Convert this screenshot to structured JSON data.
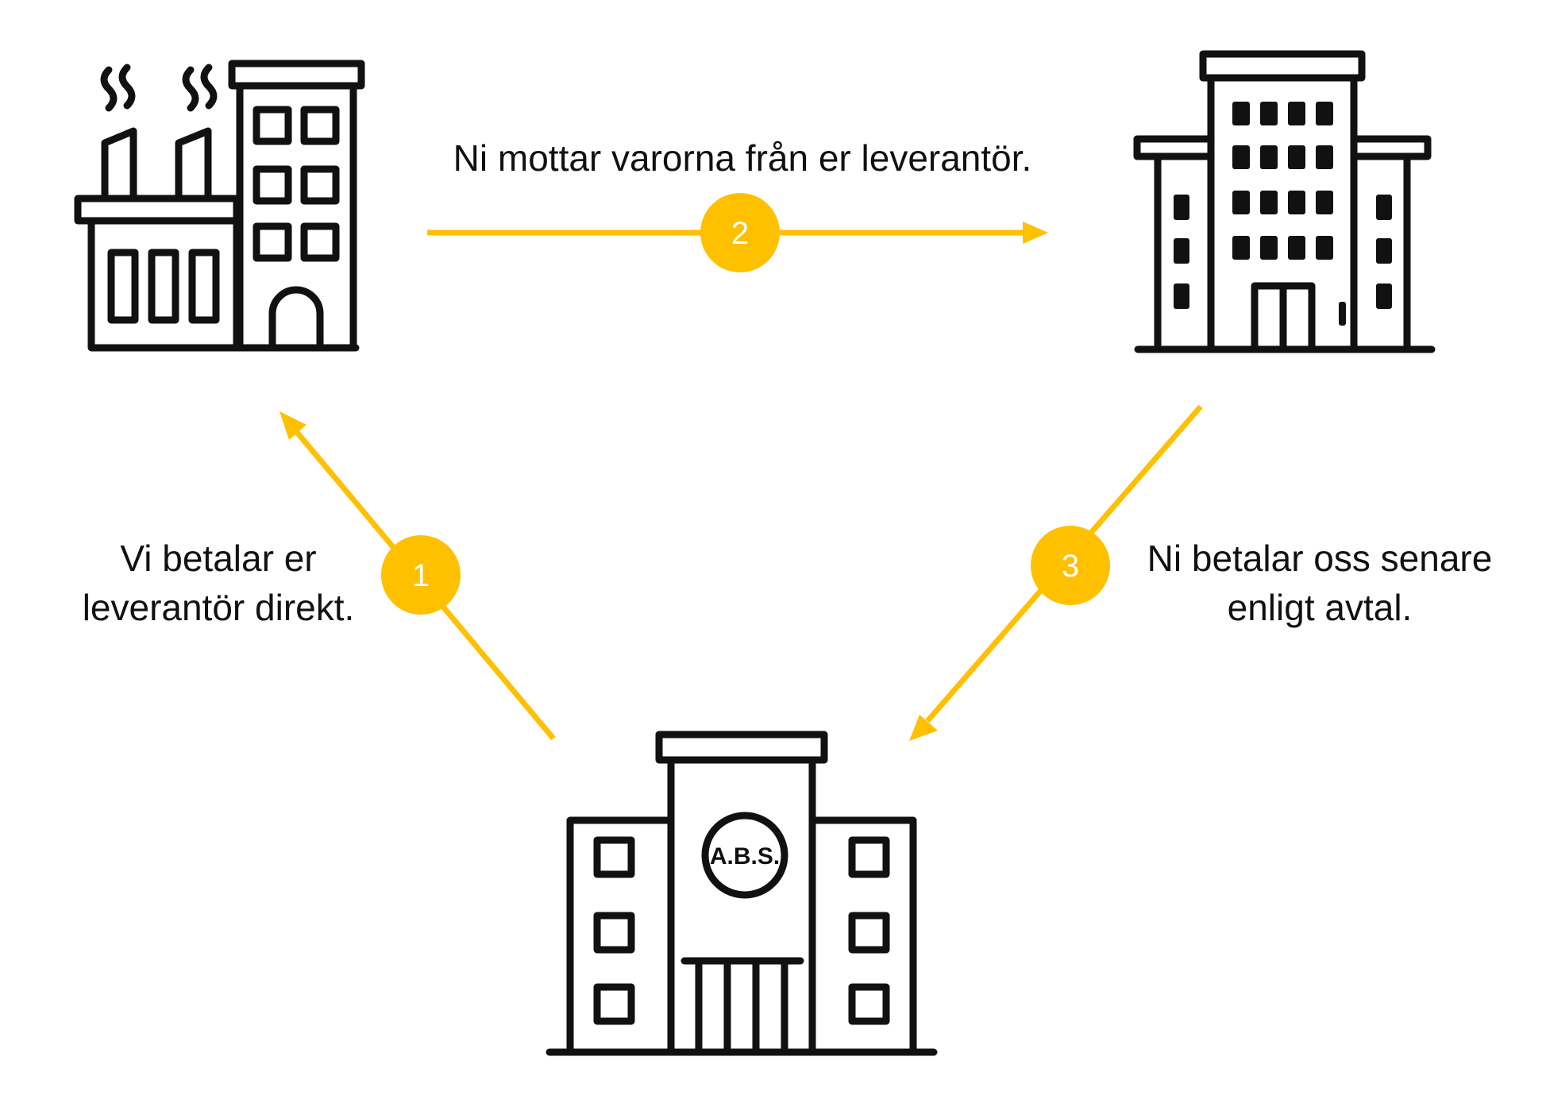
{
  "accent_color": "#FFC000",
  "icon_color": "#111111",
  "nodes": {
    "supplier": {
      "icon": "factory-icon"
    },
    "customer": {
      "icon": "office-building-icon"
    },
    "abs": {
      "icon": "bank-building-icon",
      "logo_text": "A.B.S."
    }
  },
  "steps": [
    {
      "number": "2",
      "lines": [
        "Ni mottar varorna från er leverantör."
      ]
    },
    {
      "number": "1",
      "lines": [
        "Vi betalar er",
        "leverantör direkt."
      ]
    },
    {
      "number": "3",
      "lines": [
        "Ni betalar oss senare",
        "enligt avtal."
      ]
    }
  ]
}
